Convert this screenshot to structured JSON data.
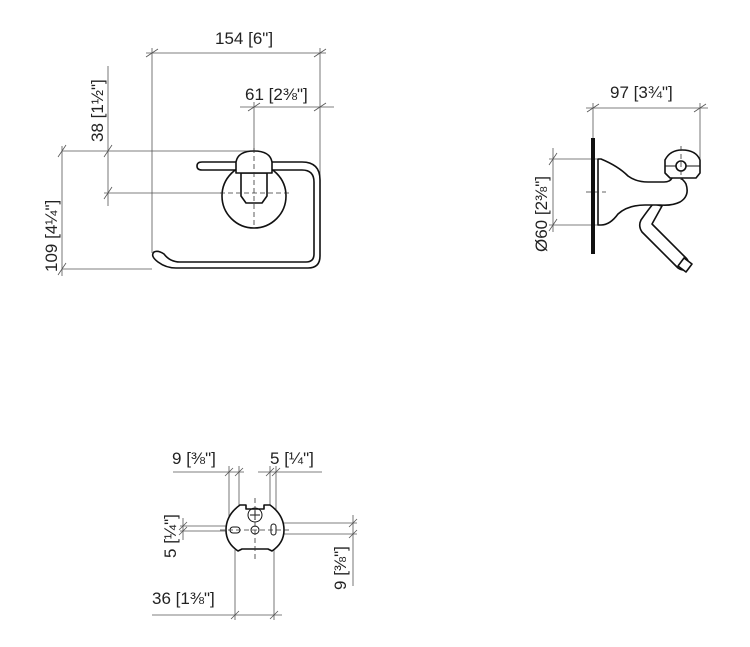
{
  "front_view": {
    "width": {
      "mm": "154",
      "in": "[6\"]"
    },
    "center_offset": {
      "mm": "61",
      "in": "[2⅜\"]"
    },
    "axis_height": {
      "mm": "38",
      "in": "[1½\"]"
    },
    "height": {
      "mm": "109",
      "in": "[4¼\"]"
    }
  },
  "side_view": {
    "projection": {
      "mm": "97",
      "in": "[3¾\"]"
    },
    "rosette_diameter": {
      "mm": "Ø60",
      "in": "[2⅜\"]"
    }
  },
  "mounting_plate": {
    "slot_left_offset": {
      "mm": "9",
      "in": "[⅜\"]"
    },
    "slot_right_width": {
      "mm": "5",
      "in": "[¼\"]"
    },
    "slot_left_height": {
      "mm": "5",
      "in": "[¼\"]"
    },
    "slot_right_height": {
      "mm": "9",
      "in": "[⅜\"]"
    },
    "slot_spacing": {
      "mm": "36",
      "in": "[1⅜\"]"
    }
  }
}
